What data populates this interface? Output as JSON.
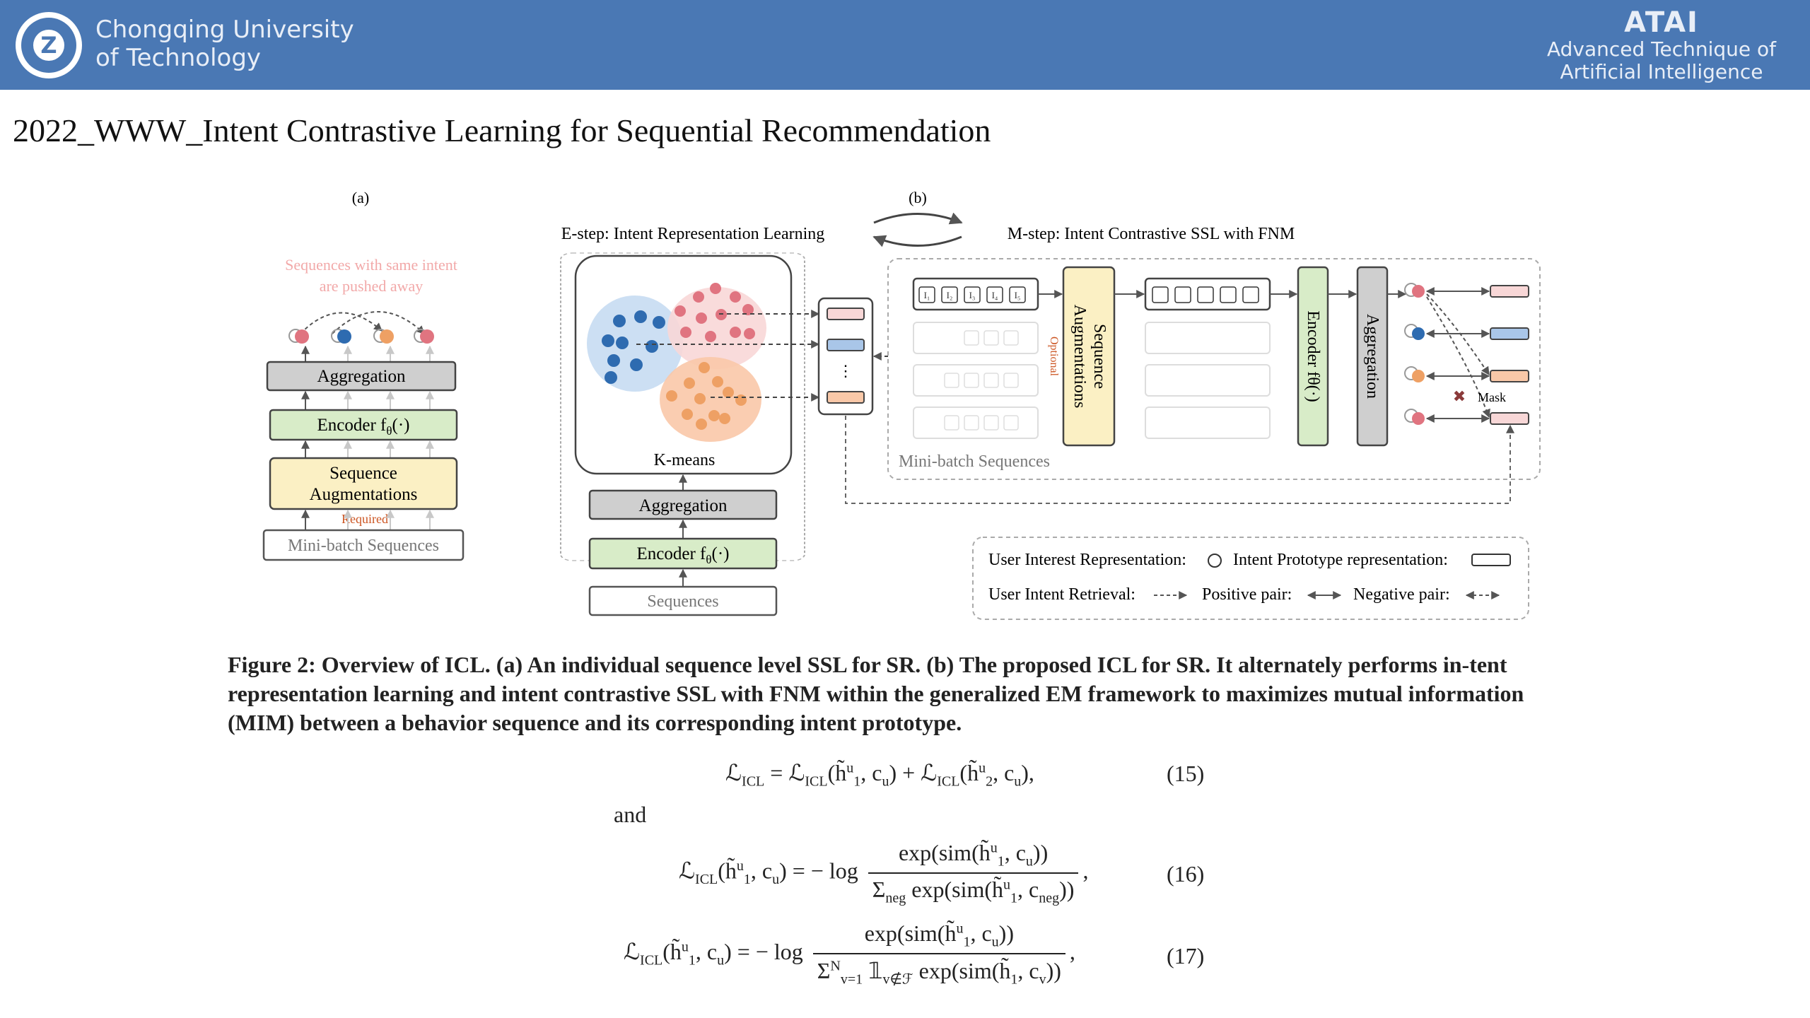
{
  "header": {
    "university_line1": "Chongqing University",
    "university_line2": "of Technology",
    "lab_acronym": "ATAI",
    "lab_line1": "Advanced Technique of",
    "lab_line2": "Artificial Intelligence",
    "bar_color": "#4a78b4"
  },
  "slide_title": "2022_WWW_Intent Contrastive Learning for Sequential Recommendation",
  "figure": {
    "label_a": "(a)",
    "label_b": "(b)",
    "panel_a": {
      "pushed_note_line1": "Sequences with same intent",
      "pushed_note_line2": "are pushed away",
      "aggregation": "Aggregation",
      "encoder": "Encoder f",
      "encoder_sub": "θ",
      "encoder_arg": "(·)",
      "augment_line1": "Sequence",
      "augment_line2": "Augmentations",
      "required": "Required",
      "minibatch": "Mini-batch Sequences"
    },
    "estep_title": "E-step: Intent Representation Learning",
    "mstep_title": "M-step: Intent Contrastive SSL with FNM",
    "kmeans": "K-means",
    "estep_aggregation": "Aggregation",
    "estep_encoder": "Encoder f",
    "estep_encoder_sub": "θ",
    "estep_encoder_arg": "(·)",
    "estep_sequences": "Sequences",
    "dots": "⋮",
    "item_labels": [
      "I₁",
      "I₂",
      "I₃",
      "I₄",
      "I₅"
    ],
    "mstep_augment_line1": "Sequence",
    "mstep_augment_line2": "Augmentations",
    "optional": "Optional",
    "mstep_encoder": "Encoder fθ(·)",
    "mstep_aggregation": "Aggregation",
    "mask": "Mask",
    "mask_mark": "✖",
    "minibatch": "Mini-batch Sequences",
    "legend": {
      "user_interest": "User Interest Representation:",
      "intent_prototype": "Intent Prototype representation:",
      "user_intent_retrieval": "User Intent Retrieval:",
      "positive_pair": "Positive pair:",
      "negative_pair": "Negative pair:"
    },
    "colors": {
      "blue": "#2e6bb0",
      "red": "#e07480",
      "orange": "#eea064",
      "gray_box": "#cfcfcf",
      "green_box": "#d8ecc8",
      "yellow_box": "#fbf0c4",
      "required": "#cc5522",
      "pink_text": "#f2a9a9"
    }
  },
  "caption": "Figure 2: Overview of ICL. (a) An individual sequence level SSL for SR. (b) The proposed ICL for SR. It alternately performs in-tent representation learning and intent contrastive SSL with FNM within the generalized EM framework to maximizes mutual information (MIM) between a behavior sequence and its corresponding intent prototype.",
  "equations": {
    "eq15": {
      "lhs": "ℒ",
      "lhs_sub": "ICL",
      "rhs": " = ℒ",
      "rhs_sub1": "ICL",
      "term1": "(h̃",
      "term1_sup": "u",
      "term1_sub": "1",
      "mid": ", c",
      "mid_sub": "u",
      "plus": ") + ℒ",
      "plus_sub": "ICL",
      "term2": "(h̃",
      "term2_sup": "u",
      "term2_sub": "2",
      "end": ", c",
      "end_sub": "u",
      "close": "),",
      "number": "(15)"
    },
    "and_word": "and",
    "eq16": {
      "lhs": "ℒ",
      "lhs_sub": "ICL",
      "args": "(h̃",
      "args_sup": "u",
      "args_sub": "1",
      "args_c": ", c",
      "args_c_sub": "u",
      "args_close": ") = − log",
      "numerator": "exp(sim(h̃",
      "num_sup": "u",
      "num_sub": "1",
      "num_c": ", c",
      "num_c_sub": "u",
      "num_close": "))",
      "denominator_sum": "Σ",
      "den_sum_sub": "neg",
      "denominator": " exp(sim(h̃",
      "den_sup": "u",
      "den_sub": "1",
      "den_c": ", c",
      "den_c_sub": "neg",
      "den_close": "))",
      "tail": ",",
      "number": "(16)"
    },
    "eq17": {
      "lhs": "ℒ",
      "lhs_sub": "ICL",
      "args": "(h̃",
      "args_sup": "u",
      "args_sub": "1",
      "args_c": ", c",
      "args_c_sub": "u",
      "args_close": ") = − log",
      "numerator": "exp(sim(h̃",
      "num_sup": "u",
      "num_sub": "1",
      "num_c": ", c",
      "num_c_sub": "u",
      "num_close": "))",
      "denominator_sum": "Σ",
      "den_sum_sub": "v=1",
      "den_sum_sup": "N",
      "den_ind": " 𝟙",
      "den_ind_sub": "v∉ℱ",
      "denominator": " exp(sim(h̃",
      "den_sub": "1",
      "den_c": ", c",
      "den_c_sub": "v",
      "den_close": "))",
      "tail": ",",
      "number": "(17)"
    }
  }
}
